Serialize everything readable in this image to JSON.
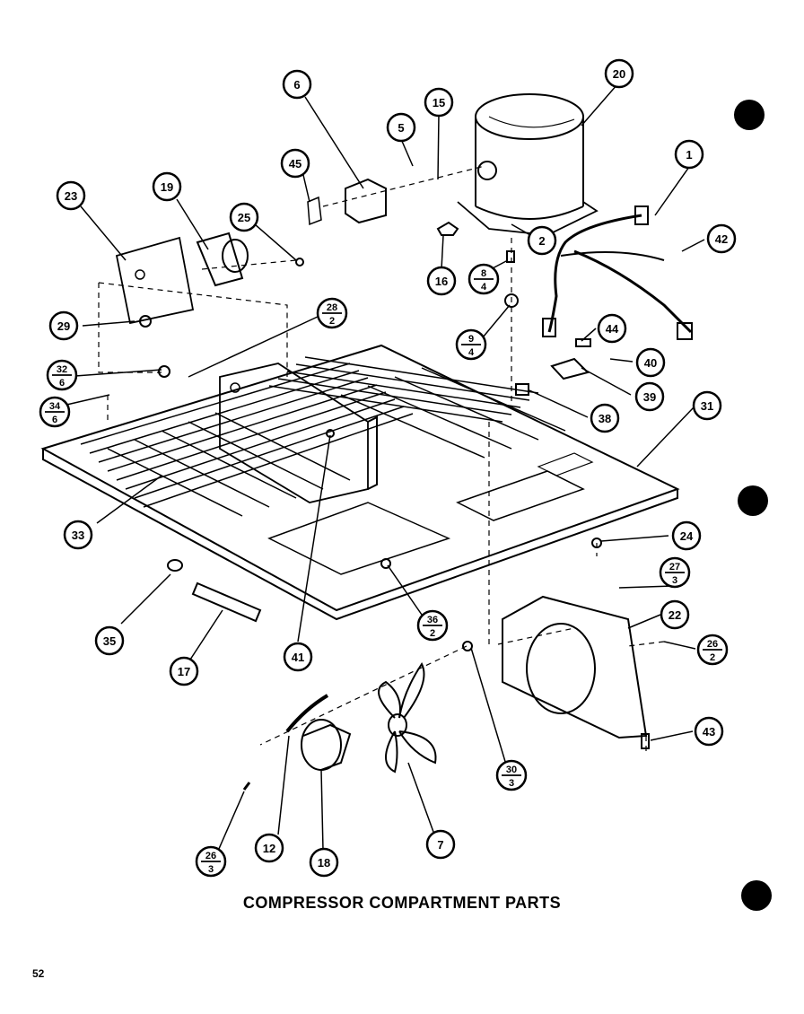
{
  "caption": "COMPRESSOR COMPARTMENT PARTS",
  "page_number": "52",
  "callouts": [
    {
      "id": "c1",
      "label": "1"
    },
    {
      "id": "c2",
      "label": "2"
    },
    {
      "id": "c5",
      "label": "5"
    },
    {
      "id": "c6",
      "label": "6"
    },
    {
      "id": "c7",
      "label": "7"
    },
    {
      "id": "c12",
      "label": "12"
    },
    {
      "id": "c15",
      "label": "15"
    },
    {
      "id": "c16",
      "label": "16"
    },
    {
      "id": "c17",
      "label": "17"
    },
    {
      "id": "c18",
      "label": "18"
    },
    {
      "id": "c19",
      "label": "19"
    },
    {
      "id": "c20",
      "label": "20"
    },
    {
      "id": "c22",
      "label": "22"
    },
    {
      "id": "c23",
      "label": "23"
    },
    {
      "id": "c24",
      "label": "24"
    },
    {
      "id": "c25",
      "label": "25"
    },
    {
      "id": "c29",
      "label": "29"
    },
    {
      "id": "c31",
      "label": "31"
    },
    {
      "id": "c33",
      "label": "33"
    },
    {
      "id": "c35",
      "label": "35"
    },
    {
      "id": "c38",
      "label": "38"
    },
    {
      "id": "c39",
      "label": "39"
    },
    {
      "id": "c40",
      "label": "40"
    },
    {
      "id": "c41",
      "label": "41"
    },
    {
      "id": "c42",
      "label": "42"
    },
    {
      "id": "c43",
      "label": "43"
    },
    {
      "id": "c44",
      "label": "44"
    },
    {
      "id": "c45",
      "label": "45"
    }
  ],
  "fraction_callouts": [
    {
      "id": "f8",
      "top": "8",
      "bottom": "4"
    },
    {
      "id": "f9",
      "top": "9",
      "bottom": "4"
    },
    {
      "id": "f28",
      "top": "28",
      "bottom": "2"
    },
    {
      "id": "f32",
      "top": "32",
      "bottom": "6"
    },
    {
      "id": "f34",
      "top": "34",
      "bottom": "6"
    },
    {
      "id": "f27",
      "top": "27",
      "bottom": "3"
    },
    {
      "id": "f26r",
      "top": "26",
      "bottom": "2"
    },
    {
      "id": "f36",
      "top": "36",
      "bottom": "2"
    },
    {
      "id": "f30",
      "top": "30",
      "bottom": "3"
    },
    {
      "id": "f26b",
      "top": "26",
      "bottom": "3"
    }
  ]
}
